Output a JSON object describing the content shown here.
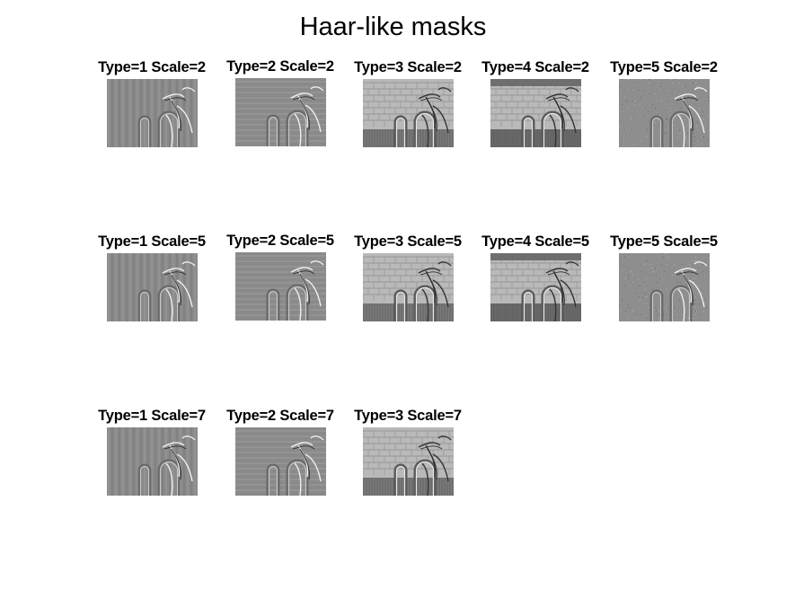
{
  "figure": {
    "title": "Haar-like masks"
  },
  "panels": [
    {
      "label": "Type=1  Scale=2",
      "type": 1,
      "scale": 2
    },
    {
      "label": "Type=2  Scale=2",
      "type": 2,
      "scale": 2
    },
    {
      "label": "Type=3  Scale=2",
      "type": 3,
      "scale": 2
    },
    {
      "label": "Type=4  Scale=2",
      "type": 4,
      "scale": 2
    },
    {
      "label": "Type=5  Scale=2",
      "type": 5,
      "scale": 2
    },
    {
      "label": "Type=1  Scale=5",
      "type": 1,
      "scale": 5
    },
    {
      "label": "Type=2  Scale=5",
      "type": 2,
      "scale": 5
    },
    {
      "label": "Type=3  Scale=5",
      "type": 3,
      "scale": 5
    },
    {
      "label": "Type=4  Scale=5",
      "type": 4,
      "scale": 5
    },
    {
      "label": "Type=5  Scale=5",
      "type": 5,
      "scale": 5
    },
    {
      "label": "Type=1  Scale=7",
      "type": 1,
      "scale": 7
    },
    {
      "label": "Type=2  Scale=7",
      "type": 2,
      "scale": 7
    },
    {
      "label": "Type=3  Scale=7",
      "type": 3,
      "scale": 7
    }
  ]
}
